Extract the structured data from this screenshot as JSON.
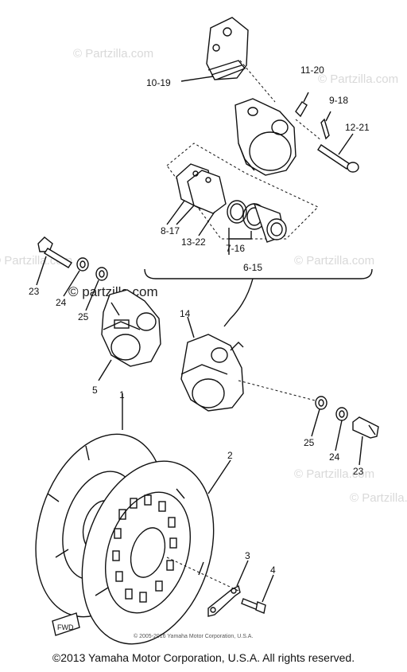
{
  "watermarks": {
    "top_left": "© Partzilla.com",
    "top_right": "© Partzilla.com",
    "mid_right": "© Partzilla.com",
    "mid_left": "© Partzilla.com",
    "center": "© partzilla.com",
    "lower_right": "© Partzilla.com",
    "lower_right2": "© Partzilla.com"
  },
  "callouts": {
    "c_10_19": "10-19",
    "c_11_20": "11-20",
    "c_9_18": "9-18",
    "c_12_21": "12-21",
    "c_8_17": "8-17",
    "c_13_22": "13-22",
    "c_7_16": "7-16",
    "c_6_15": "6-15",
    "c_23a": "23",
    "c_24a": "24",
    "c_25a": "25",
    "c_14": "14",
    "c_5": "5",
    "c_25b": "25",
    "c_24b": "24",
    "c_23b": "23",
    "c_1": "1",
    "c_2": "2",
    "c_3": "3",
    "c_4": "4"
  },
  "fwd_label": "FWD",
  "inner_copyright": "© 2005-2016 Yamaha Motor Corporation, U.S.A.",
  "footer": "©2013 Yamaha Motor Corporation, U.S.A. All rights reserved."
}
